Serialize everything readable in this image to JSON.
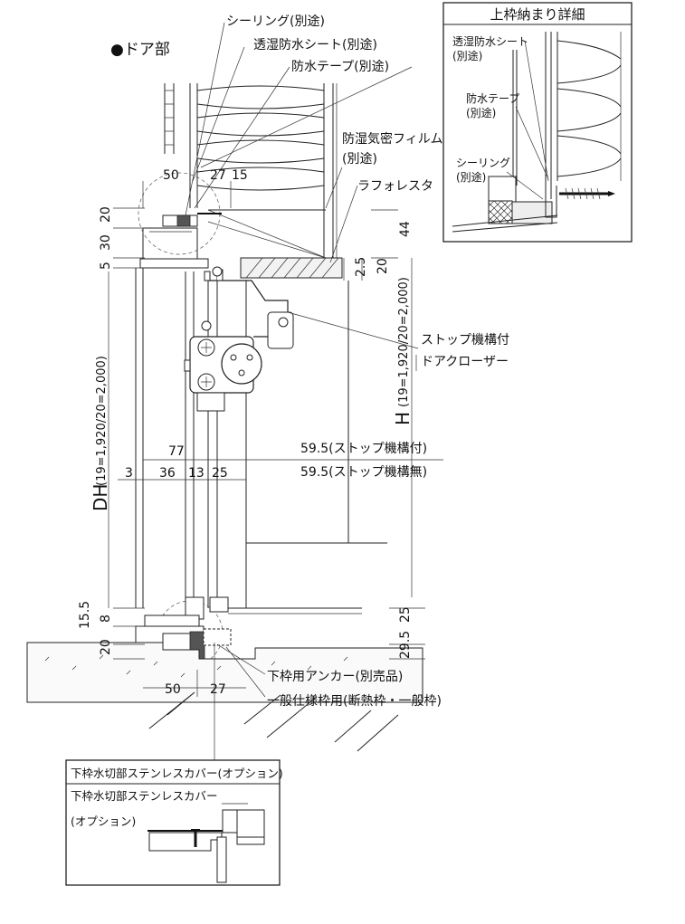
{
  "title": "●ドア部",
  "detail_title": "上枠納まり詳細",
  "labels": {
    "sealing": "シーリング(別途)",
    "moisture_sheet": "透湿防水シート(別途)",
    "waterproof_tape": "防水テープ(別途)",
    "vapor_film_1": "防湿気密フィルム",
    "vapor_film_2": "(別途)",
    "laforesta": "ラフォレスタ",
    "stop_closer_1": "ストップ機構付",
    "stop_closer_2": "ドアクローザー",
    "stop_with": "59.5(ストップ機構付)",
    "stop_without": "59.5(ストップ機構無)",
    "anchor": "下枠用アンカー(別売品)",
    "general_frame": "一般仕様枠用(断熱枠・一般枠)",
    "dh_label": "DH",
    "dh_range": "(19=1,920/20=2,000)",
    "h_label": "H",
    "h_range": "(19=1,920/20=2,000)"
  },
  "detail_labels": {
    "sheet_1": "透湿防水シート",
    "sheet_2": "(別途)",
    "tape_1": "防水テープ",
    "tape_2": "(別途)",
    "seal_1": "シーリング",
    "seal_2": "(別途)"
  },
  "dimensions": {
    "top_50": "50",
    "top_27": "27",
    "top_15": "15",
    "left_20": "20",
    "left_30": "30",
    "left_5": "5",
    "right_44": "44",
    "right_2_5": "2.5",
    "right_20": "20",
    "w_77": "77",
    "w_3": "3",
    "w_36": "36",
    "w_13": "13",
    "w_25": "25",
    "bot_15_5": "15.5",
    "bot_8": "8",
    "bot_20": "20",
    "bot_25": "25",
    "bot_29_5": "29.5",
    "bot_50": "50",
    "bot_27": "27"
  },
  "option_box": {
    "header": "下枠水切部ステンレスカバー(オプション)",
    "line1": "下枠水切部ステンレスカバー",
    "line2": "(オプション)"
  }
}
